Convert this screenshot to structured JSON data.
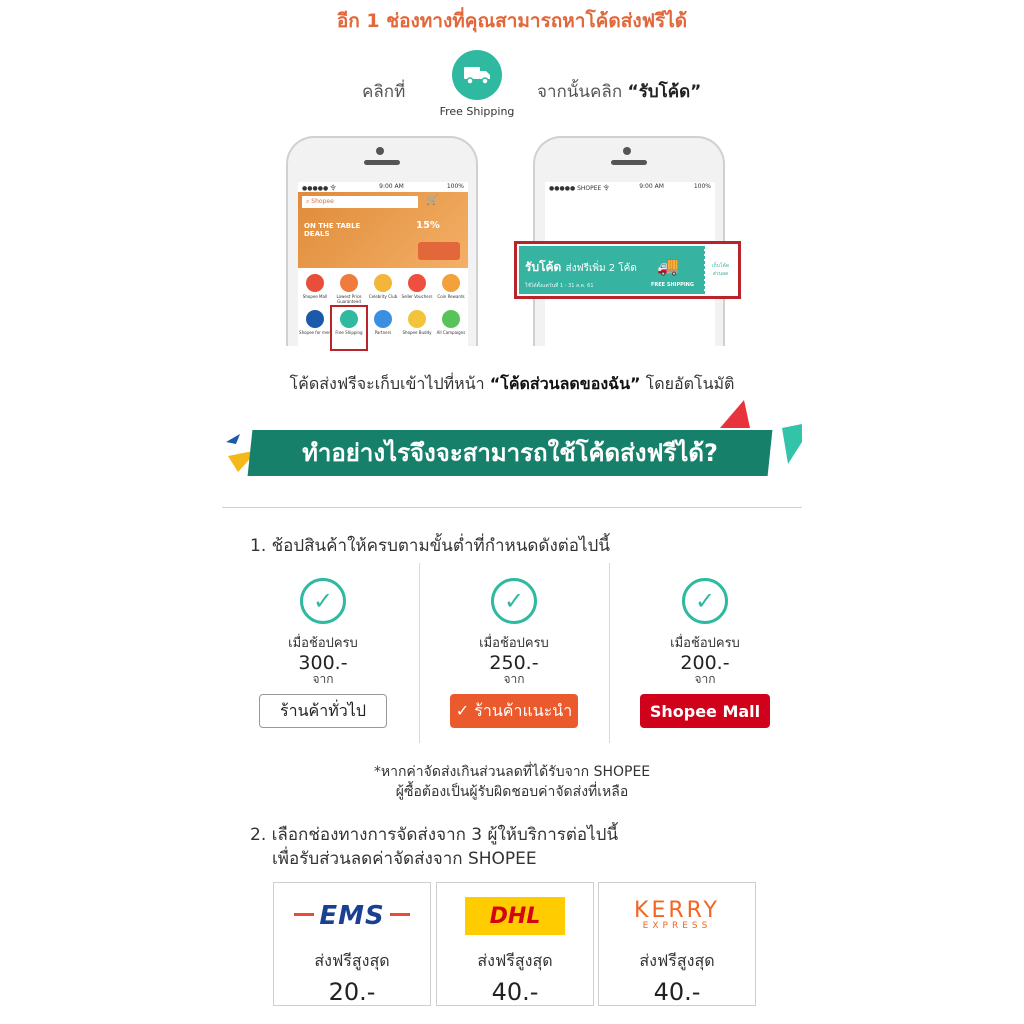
{
  "header": {
    "title": "อีก 1 ช่องทางที่คุณสามารถหาโค้ดส่งฟรีได้"
  },
  "click_instruction": {
    "left_text": "คลิกที่",
    "icon_label": "Free Shipping",
    "right_prefix": "จากนั้นคลิก",
    "right_emphasis": "“รับโค้ด”"
  },
  "phone1": {
    "status_left": "●●●●● 令",
    "status_time": "9:00 AM",
    "status_right": "100%",
    "search_placeholder": "Shopee",
    "banner_text": "ON THE TABLE DEALS",
    "banner_pct": "15%",
    "icons": [
      {
        "label": "Shopee Mall",
        "color": "#e94e3b"
      },
      {
        "label": "Lowest Price Guaranteed",
        "color": "#f07b3f"
      },
      {
        "label": "Celebrity Club",
        "color": "#f3b53a"
      },
      {
        "label": "Seller Vouchers",
        "color": "#ef4f3f"
      },
      {
        "label": "Coin Rewards",
        "color": "#f2a13b"
      },
      {
        "label": "Shopee for men",
        "color": "#1a5aa8"
      },
      {
        "label": "Free Shipping",
        "color": "#2fb9a0"
      },
      {
        "label": "Partners",
        "color": "#3b8fe0"
      },
      {
        "label": "Shopee Buddy",
        "color": "#f3c33a"
      },
      {
        "label": "All Campaigns",
        "color": "#5ac25a"
      }
    ]
  },
  "phone2": {
    "status_left": "●●●●● SHOPEE 令",
    "status_time": "9:00 AM",
    "status_right": "100%",
    "banner_title": "รับโค้ด",
    "banner_subtitle": "ส่งฟรีเพิ่ม 2 โค้ด",
    "banner_small": "ใช้ได้ตั้งแต่วันที่ 1 - 31 ส.ค. 61",
    "banner_fs": "FREE SHIPPING",
    "banner_side": "เก็บโค้ด ส่วนลด"
  },
  "saved_line": {
    "prefix": "โค้ดส่งฟรีจะเก็บเข้าไปที่หน้า",
    "emphasis": "“โค้ดส่วนลดของฉัน”",
    "suffix": "โดยอัตโนมัติ"
  },
  "ribbon": {
    "title": "ทำอย่างไรจึงจะสามารถใช้โค้ดส่งฟรีได้?"
  },
  "step1": {
    "title": "1. ช้อปสินค้าให้ครบตามขั้นต่ำที่กำหนดดังต่อไปนี้",
    "columns": [
      {
        "label": "เมื่อช้อปครบ",
        "amount": "300.-",
        "from": "จาก",
        "tag": "ร้านค้าทั่วไป"
      },
      {
        "label": "เมื่อช้อปครบ",
        "amount": "250.-",
        "from": "จาก",
        "tag": "✓ ร้านค้าแนะนำ"
      },
      {
        "label": "เมื่อช้อปครบ",
        "amount": "200.-",
        "from": "จาก",
        "tag": "Shopee Mall"
      }
    ]
  },
  "note": {
    "line1": "*หากค่าจัดส่งเกินส่วนลดที่ได้รับจาก SHOPEE",
    "line2": "ผู้ซื้อต้องเป็นผู้รับผิดชอบค่าจัดส่งที่เหลือ"
  },
  "step2": {
    "title_line1": "2. เลือกช่องทางการจัดส่งจาก 3 ผู้ให้บริการต่อไปนี้",
    "title_line2": "เพื่อรับส่วนลดค่าจัดส่งจาก SHOPEE",
    "carriers": [
      {
        "logo": "EMS",
        "label": "ส่งฟรีสูงสุด",
        "value": "20.-"
      },
      {
        "logo": "DHL",
        "label": "ส่งฟรีสูงสุด",
        "value": "40.-"
      },
      {
        "logo": "KERRY",
        "logo_sub": "EXPRESS",
        "label": "ส่งฟรีสูงสุด",
        "value": "40.-"
      }
    ]
  }
}
